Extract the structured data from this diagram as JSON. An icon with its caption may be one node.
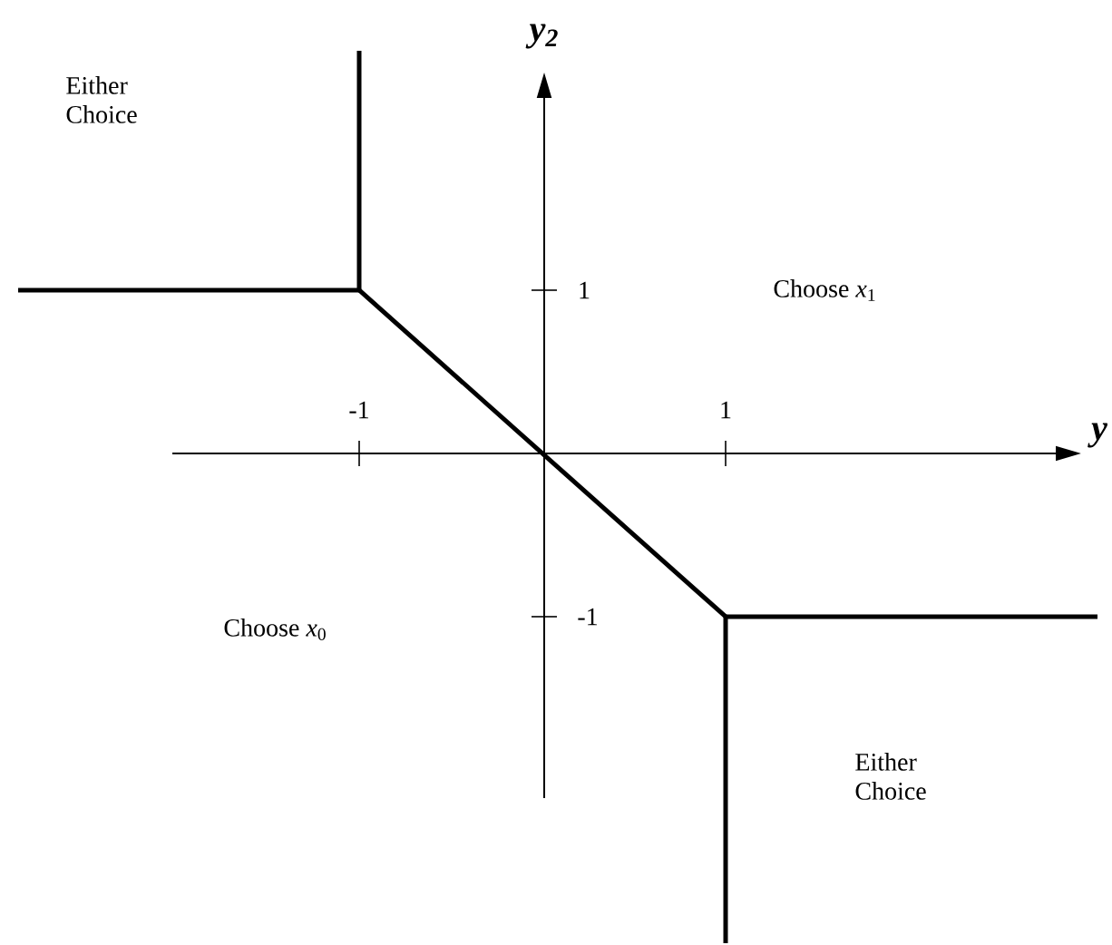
{
  "diagram": {
    "labels": [
      "*y*$_{2}$",
      "Either Choice",
      "1",
      "Choose *x*$_{1}$",
      "-1",
      "1",
      "y",
      "Choose *x*$_{0}$",
      "-1",
      "Either Choice"
    ]
  }
}
